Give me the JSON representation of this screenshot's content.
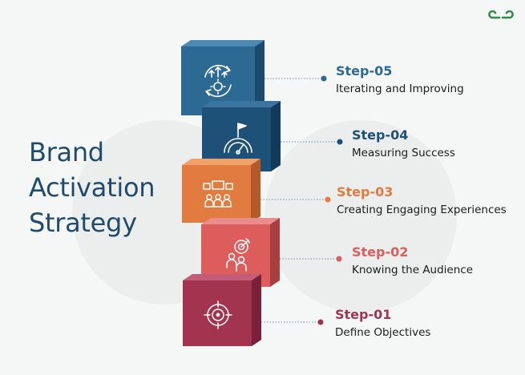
{
  "title": [
    "Brand",
    "Activation",
    "Strategy"
  ],
  "logo": {
    "icon": "geeksforgeeks-logo",
    "color": "#2f8d46"
  },
  "steps": [
    {
      "id": "05",
      "step": "Step-05",
      "label": "Iterating and Improving",
      "color": "#2d6a93",
      "icon": "cycle-gear-icon"
    },
    {
      "id": "04",
      "step": "Step-04",
      "label": "Measuring Success",
      "color": "#1d5178",
      "icon": "gauge-flag-icon"
    },
    {
      "id": "03",
      "step": "Step-03",
      "label": "Creating Engaging Experiences",
      "color": "#e17b3f",
      "icon": "audience-screen-icon"
    },
    {
      "id": "02",
      "step": "Step-02",
      "label": "Knowing the Audience",
      "color": "#dd5c5c",
      "icon": "target-people-icon"
    },
    {
      "id": "01",
      "step": "Step-01",
      "label": "Define Objectives",
      "color": "#a2344f",
      "icon": "crosshair-icon"
    }
  ]
}
